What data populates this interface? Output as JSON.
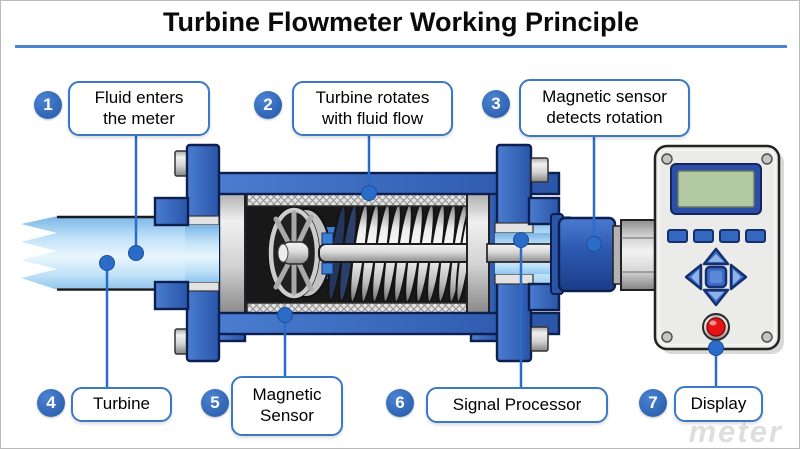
{
  "title": "Turbine Flowmeter Working Principle",
  "callouts": [
    {
      "number": "1",
      "label": "Fluid enters\nthe meter"
    },
    {
      "number": "2",
      "label": "Turbine rotates\nwith fluid flow"
    },
    {
      "number": "3",
      "label": "Magnetic sensor\ndetects rotation"
    },
    {
      "number": "4",
      "label": "Turbine"
    },
    {
      "number": "5",
      "label": "Magnetic\nSensor"
    },
    {
      "number": "6",
      "label": "Signal Processor"
    },
    {
      "number": "7",
      "label": "Display"
    }
  ],
  "watermark": "meter",
  "colors": {
    "title_underline": "#4a86d0",
    "callout_circle_blue": "#2e66b8",
    "callout_border_blue": "#3a78c8",
    "connector_line_blue": "#2a6cc8",
    "flange_blue": "#2f5cb4",
    "fluid_light_blue": "#b4dcf6",
    "lcd_screen_green": "#b2c9a2",
    "power_button_red": "#e41414",
    "display_panel_gray": "#ebebe9"
  }
}
